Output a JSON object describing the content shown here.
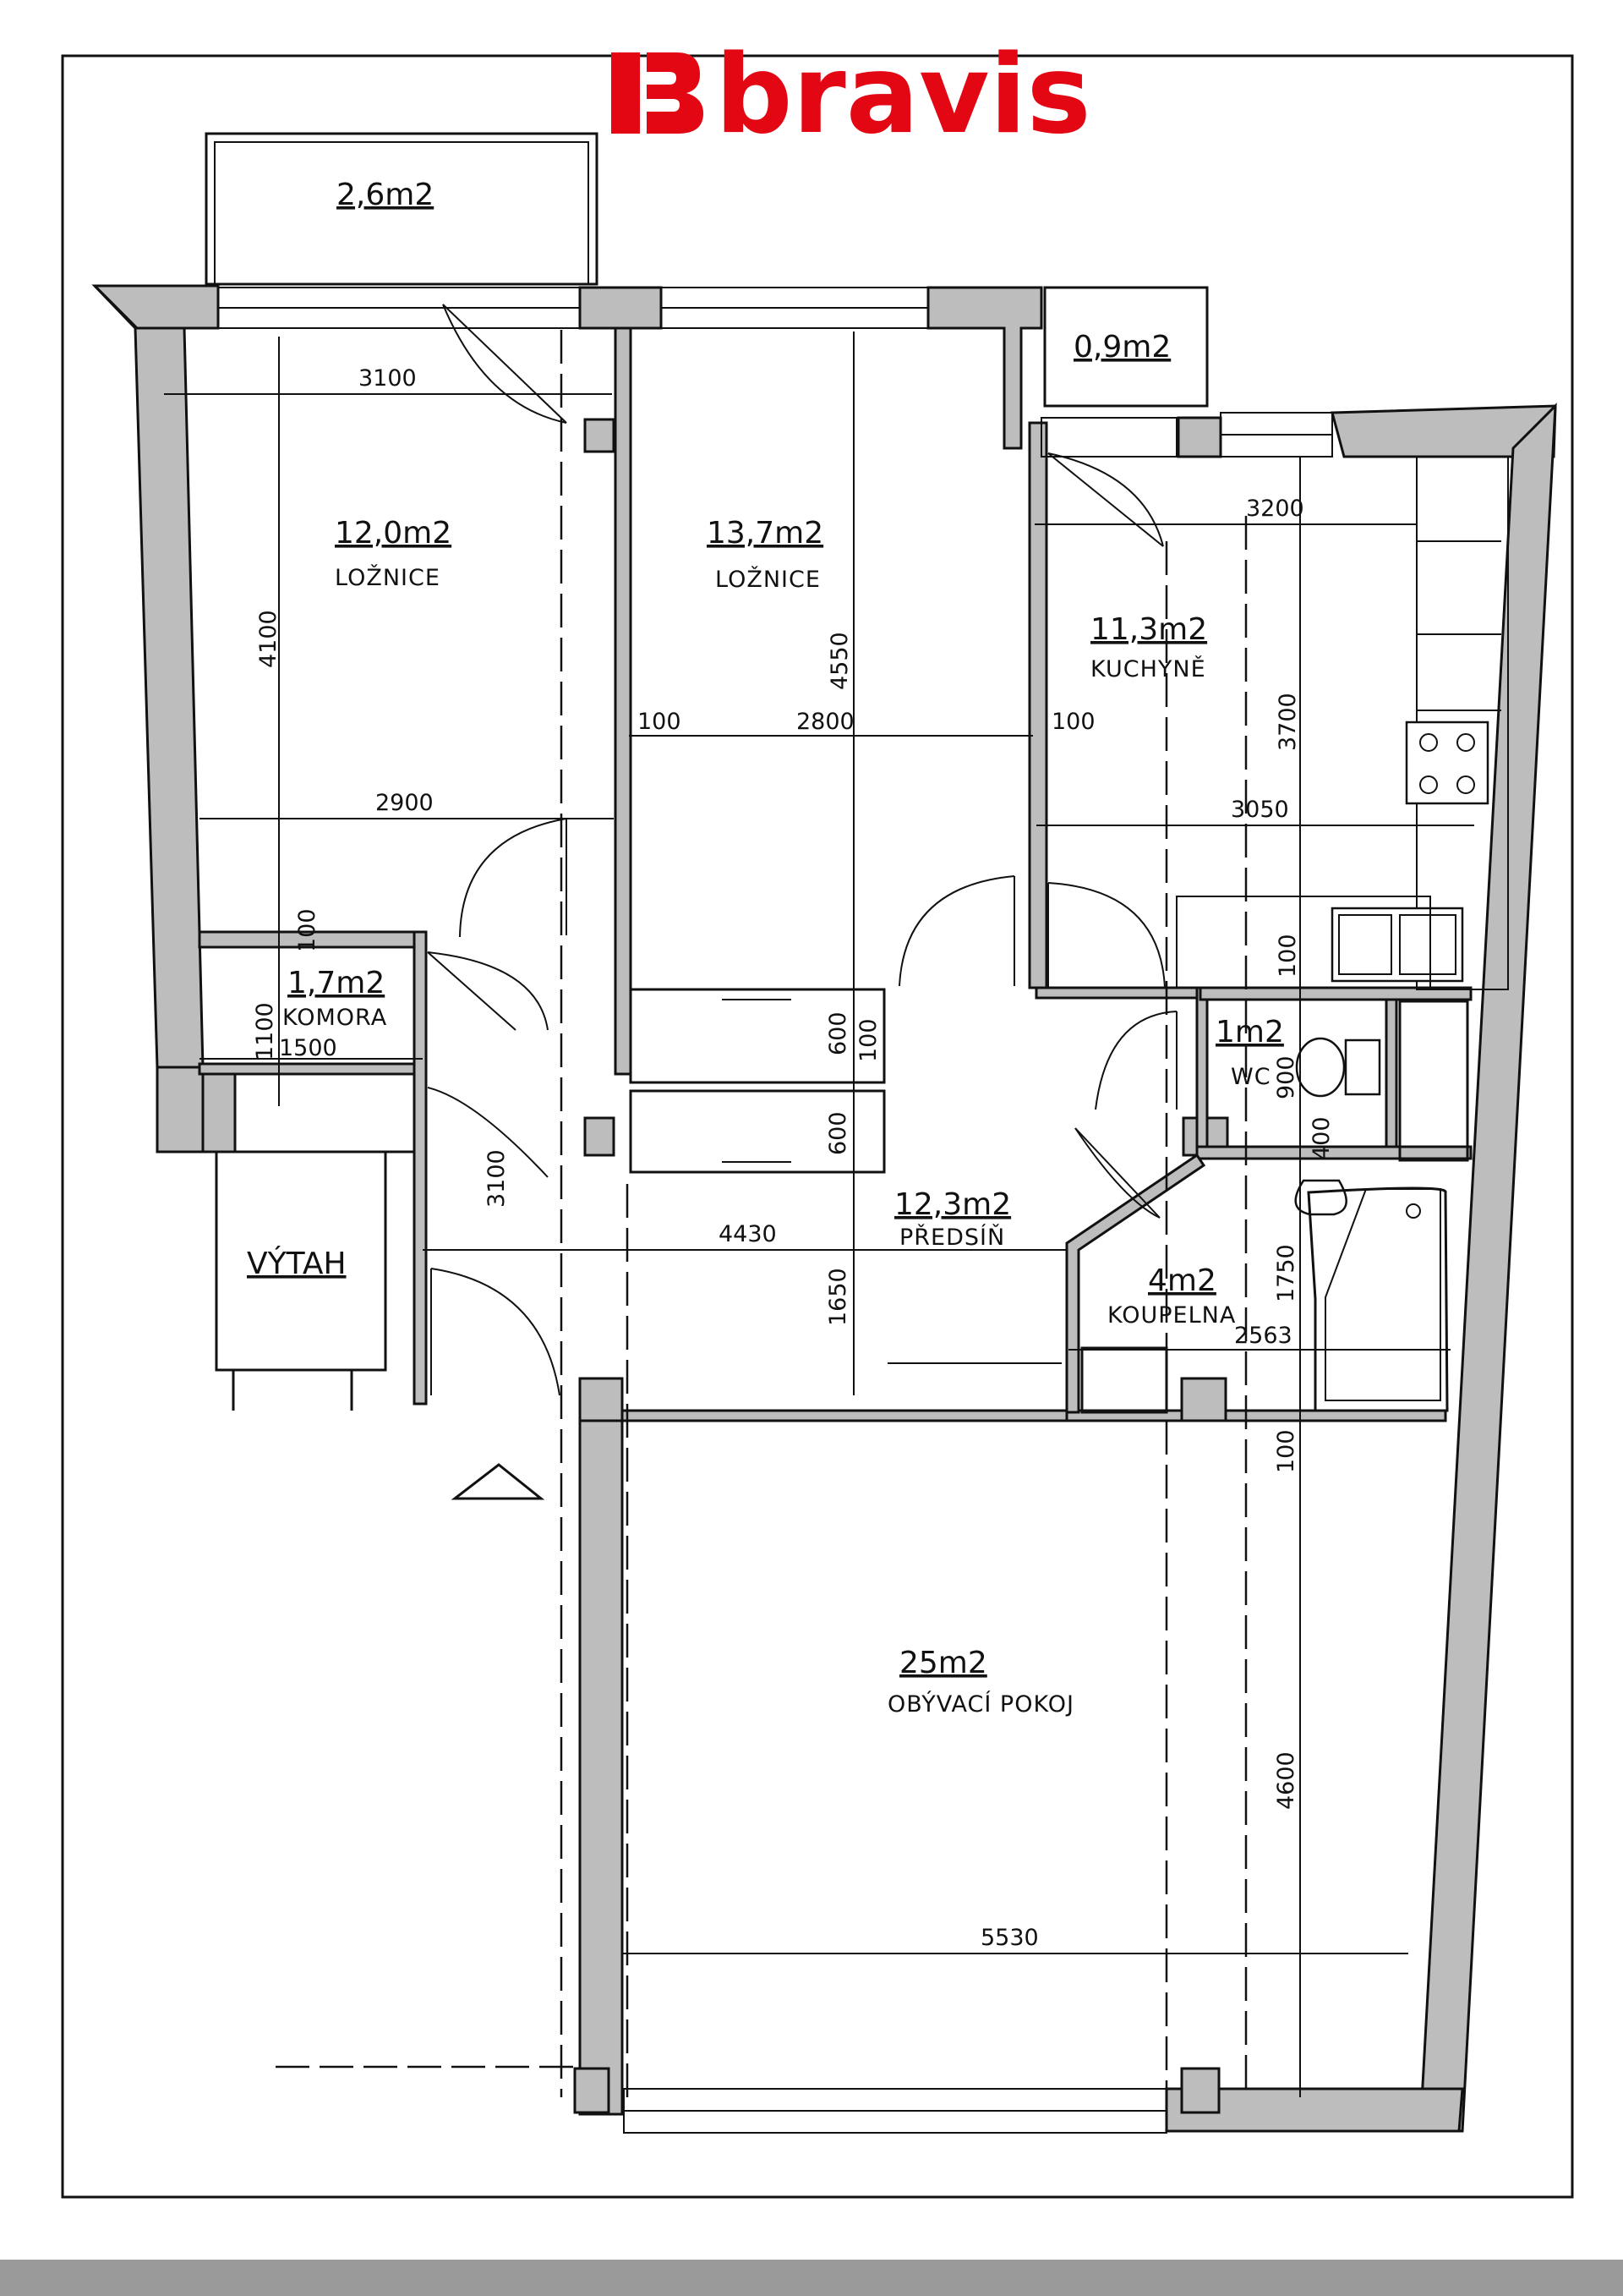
{
  "logo": {
    "text": "bravis",
    "color": "#e30613"
  },
  "rooms": {
    "balcony_1": {
      "area": "2,6m2"
    },
    "balcony_2": {
      "area": "0,9m2"
    },
    "bedroom_1": {
      "area": "12,0m2",
      "name": "LOŽNICE"
    },
    "bedroom_2": {
      "area": "13,7m2",
      "name": "LOŽNICE"
    },
    "kitchen": {
      "area": "11,3m2",
      "name": "KUCHYNĚ"
    },
    "storage": {
      "area": "1,7m2",
      "name": "KOMORA"
    },
    "wc": {
      "area": "1m2",
      "name": "WC"
    },
    "hall": {
      "area": "12,3m2",
      "name": "PŘEDSÍŇ"
    },
    "bathroom": {
      "area": "4m2",
      "name": "KOUPELNA"
    },
    "living": {
      "area": "25m2",
      "name": "OBÝVACÍ POKOJ"
    },
    "lift": {
      "name": "VÝTAH"
    }
  },
  "dimensions": {
    "d3100_top": "3100",
    "d4100": "4100",
    "d2900": "2900",
    "d100_storage": "100",
    "d1100": "1100",
    "d1500": "1500",
    "d3100_hall": "3100",
    "d4550": "4550",
    "d100_left": "100",
    "d2800": "2800",
    "d100_right": "100",
    "d600_a": "600",
    "d100_mid": "100",
    "d600_b": "600",
    "d4430": "4430",
    "d1650": "1650",
    "d3200": "3200",
    "d3700": "3700",
    "d3050": "3050",
    "d100_kitchen": "100",
    "d900": "900",
    "d400": "400",
    "d1750": "1750",
    "d2563": "2563",
    "d100_living": "100",
    "d4600": "4600",
    "d5530": "5530"
  },
  "colors": {
    "wall_fill": "#bdbdbd",
    "line": "#111111",
    "footer_bar": "#9a9a9a"
  }
}
